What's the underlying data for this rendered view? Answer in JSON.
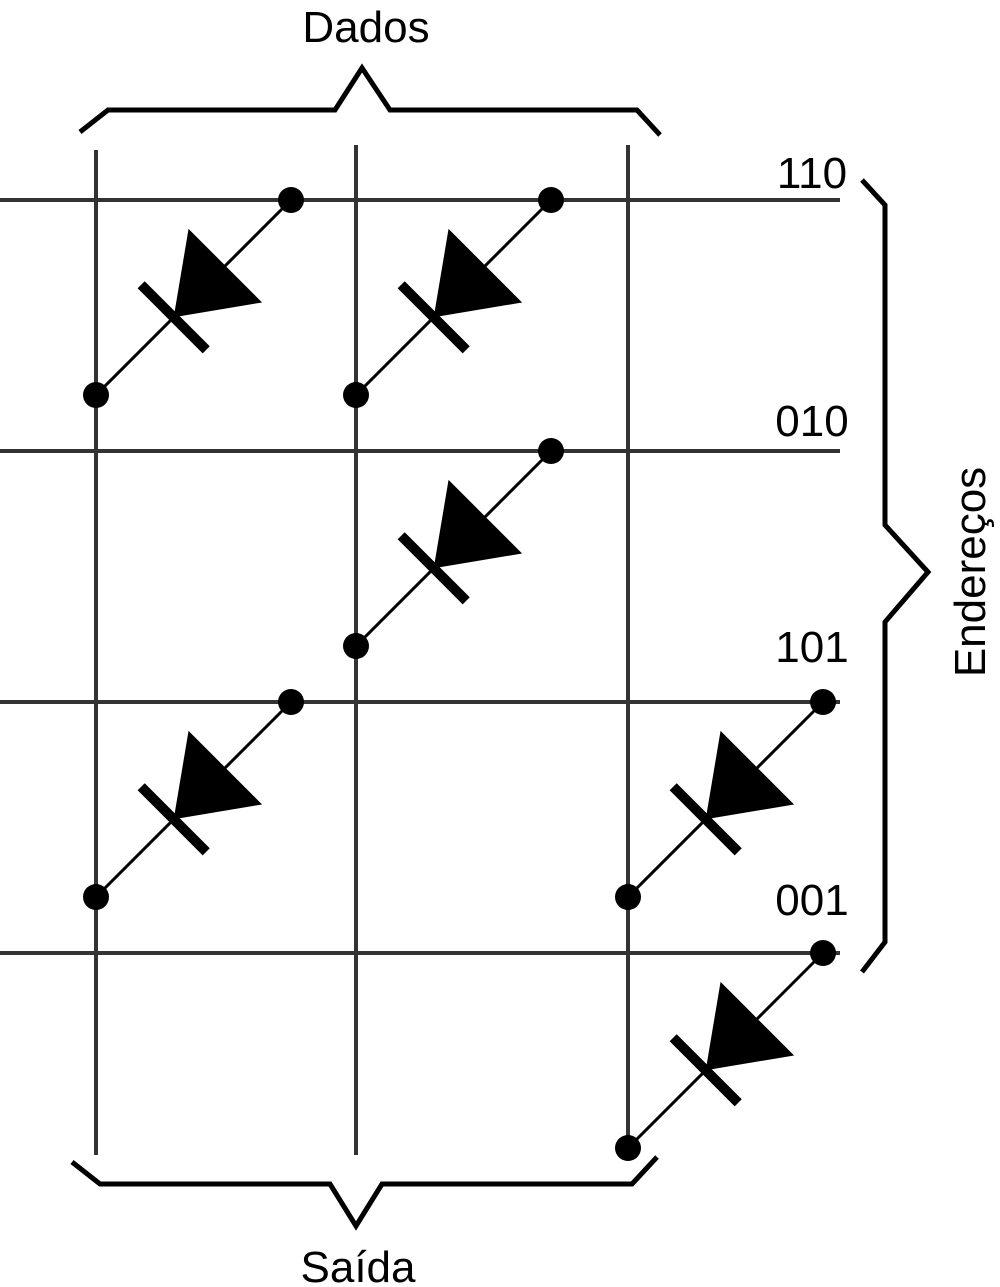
{
  "labels": {
    "top": "Dados",
    "bottom": "Saída",
    "side": "Endereços"
  },
  "addresses": [
    "110",
    "010",
    "101",
    "001"
  ],
  "diodes": [
    {
      "row": 0,
      "column": 0
    },
    {
      "row": 0,
      "column": 1
    },
    {
      "row": 1,
      "column": 1
    },
    {
      "row": 2,
      "column": 0
    },
    {
      "row": 2,
      "column": 2
    },
    {
      "row": 3,
      "column": 2
    }
  ],
  "colors": {
    "line": "#333333",
    "ink": "#000000",
    "background": "#ffffff"
  }
}
